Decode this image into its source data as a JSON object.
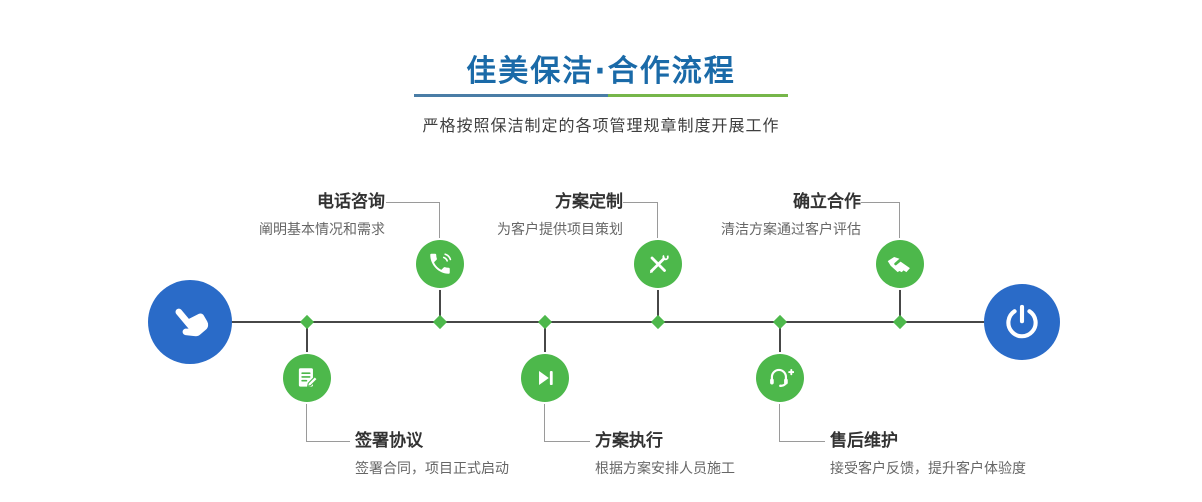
{
  "header": {
    "title": "佳美保洁·合作流程",
    "subtitle": "严格按照保洁制定的各项管理规章制度开展工作"
  },
  "timeline": {
    "start_icon": "pointing-hand-icon",
    "end_icon": "power-icon"
  },
  "steps": {
    "top": [
      {
        "title": "电话咨询",
        "desc": "阐明基本情况和需求",
        "icon": "phone-icon"
      },
      {
        "title": "方案定制",
        "desc": "为客户提供项目策划",
        "icon": "design-tools-icon"
      },
      {
        "title": "确立合作",
        "desc": "清洁方案通过客户评估",
        "icon": "handshake-icon"
      }
    ],
    "bottom": [
      {
        "title": "签署协议",
        "desc": "签署合同，项目正式启动",
        "icon": "contract-icon"
      },
      {
        "title": "方案执行",
        "desc": "根据方案安排人员施工",
        "icon": "play-next-icon"
      },
      {
        "title": "售后维护",
        "desc": "接受客户反馈，提升客户体验度",
        "icon": "headset-plus-icon"
      }
    ]
  },
  "colors": {
    "accent_green": "#4db84b",
    "endpoint_blue": "#2a6bc8",
    "title_blue": "#1a6aa8"
  }
}
